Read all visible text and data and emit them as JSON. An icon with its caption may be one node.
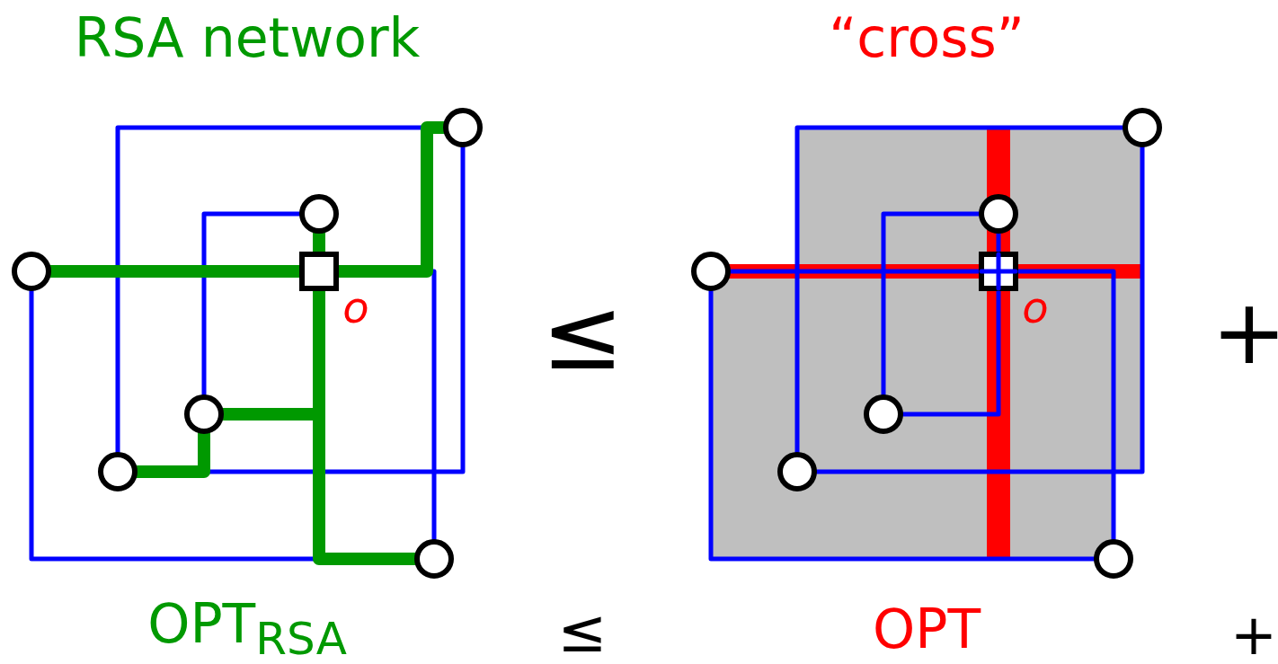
{
  "diagram": {
    "labels": [
      "RSA network",
      "“cross”",
      "o",
      "o",
      "≤",
      "+",
      "OPT$_{RSA}$",
      "≤",
      "OPT",
      "+"
    ]
  }
}
